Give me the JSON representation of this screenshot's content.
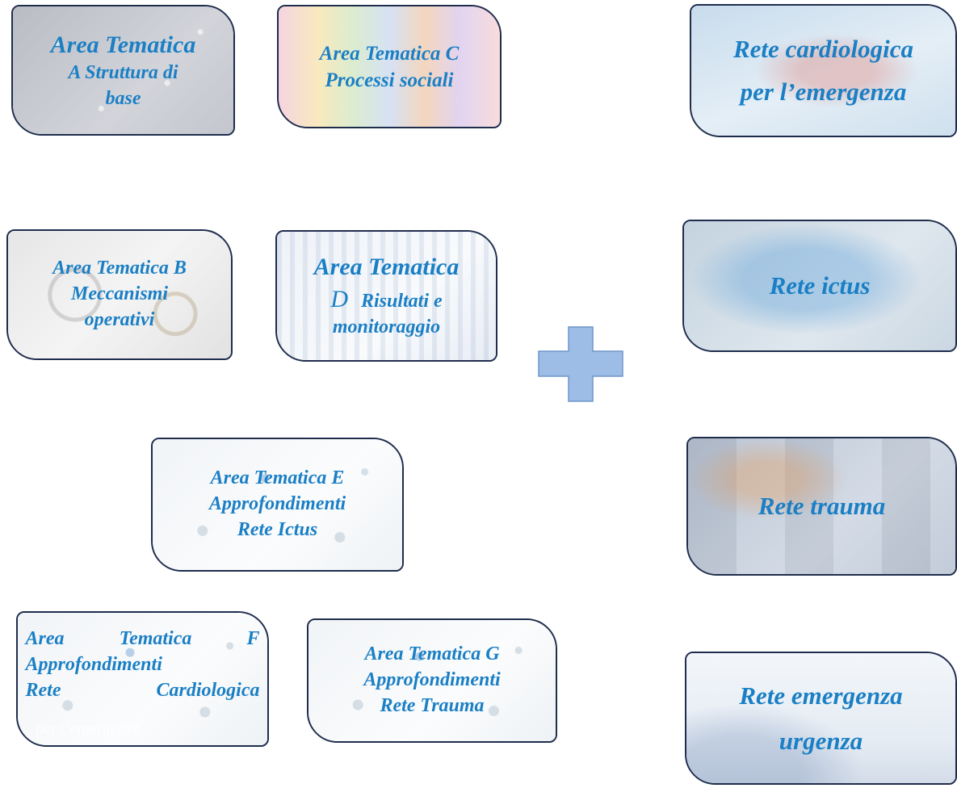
{
  "cards": {
    "a": {
      "line1": "Area Tematica",
      "line2": "A Struttura di",
      "line3": "base"
    },
    "c": {
      "line1": "Area Tematica C",
      "line2": "Processi sociali"
    },
    "cardio": {
      "line1": "Rete cardiologica",
      "line2": "per l’emergenza"
    },
    "b": {
      "line1": "Area Tematica B",
      "line2": "Meccanismi",
      "line3": "operativi"
    },
    "d": {
      "line1": "Area Tematica",
      "line2a": "D",
      "line2b": "Risultati e",
      "line3": "monitoraggio"
    },
    "ictus": {
      "line1": "Rete ictus"
    },
    "e": {
      "line1": "Area Tematica E",
      "line2": "Approfondimenti",
      "line3": "Rete Ictus"
    },
    "trauma": {
      "line1": "Rete trauma"
    },
    "f": {
      "line1a": "Area",
      "line1b": "Tematica",
      "line1c": "F",
      "line2": "Approfondimenti",
      "line3a": "Rete",
      "line3b": "Cardiologica",
      "ghost": "per l’emergenza"
    },
    "g": {
      "line1": "Area Tematica G",
      "line2": "Approfondimenti",
      "line3": "Rete Trauma"
    },
    "emergenza": {
      "line1": "Rete emergenza",
      "line2": "urgenza"
    }
  },
  "colors": {
    "text": "#1a7fc4",
    "border": "#1f2d4d",
    "plus_fill": "#9dbde6",
    "plus_stroke": "#6f96c9"
  },
  "icons": {
    "plus": "plus-icon"
  }
}
